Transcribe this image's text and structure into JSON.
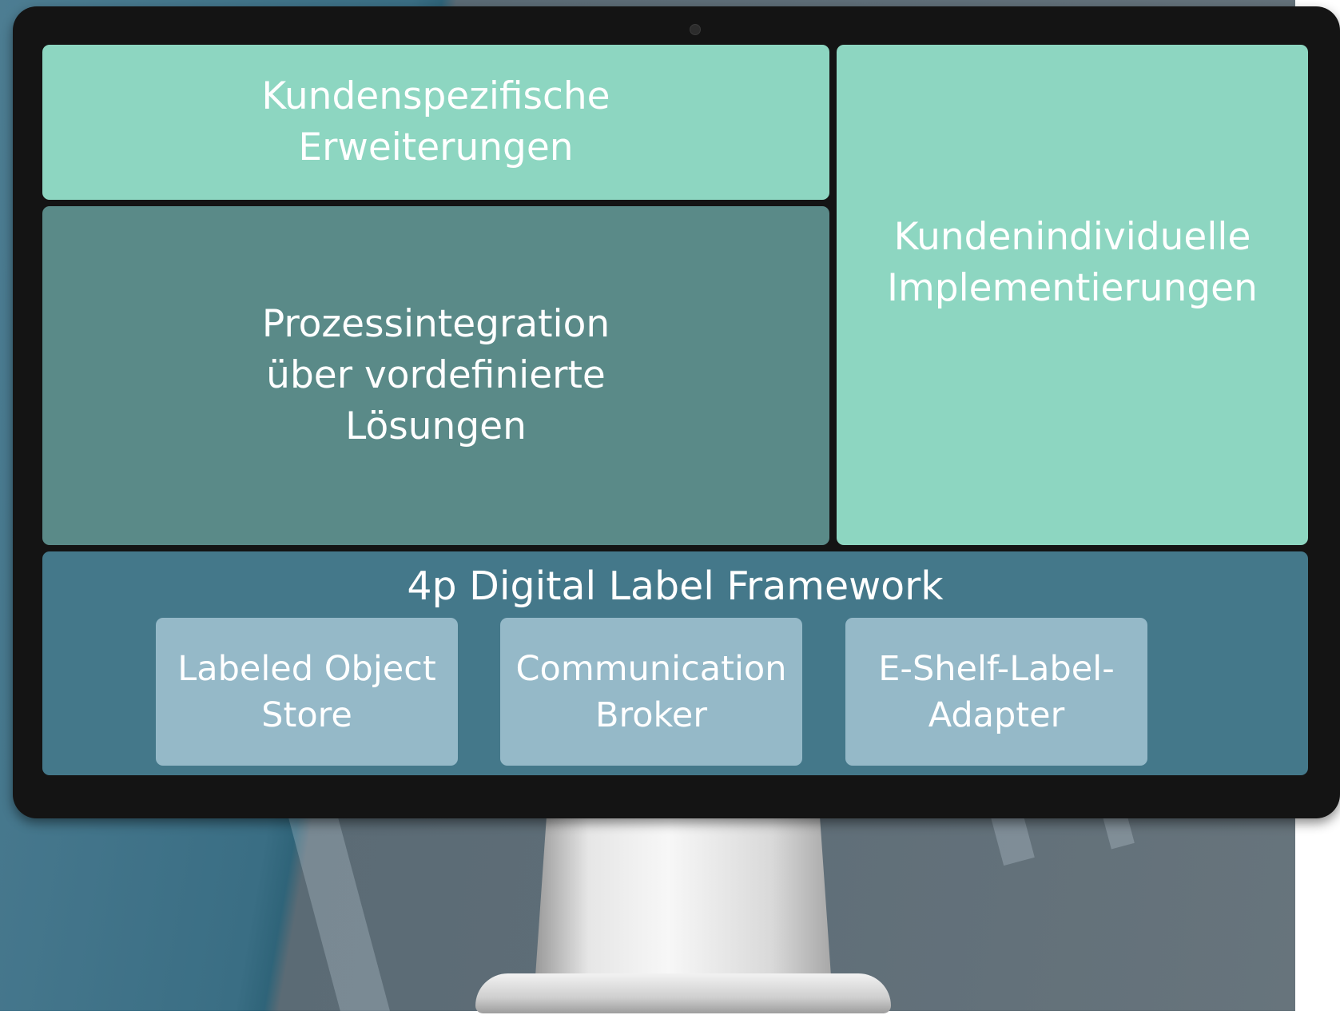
{
  "diagram": {
    "customer_extensions": "Kundenspezifische\nErweiterungen",
    "process_integration": "Prozessintegration\nüber vordefinierte\nLösungen",
    "custom_implementations": "Kundenindividuelle\nImplementierungen",
    "framework": {
      "title": "4p Digital Label Framework",
      "modules": [
        "Labeled Object\nStore",
        "Communication\nBroker",
        "E-Shelf-Label-\nAdapter"
      ]
    }
  },
  "colors": {
    "mint": "#8dd6c1",
    "teal": "#5a8a88",
    "framework": "#44788a",
    "module": "#95b9c8",
    "bezel": "#141414"
  }
}
